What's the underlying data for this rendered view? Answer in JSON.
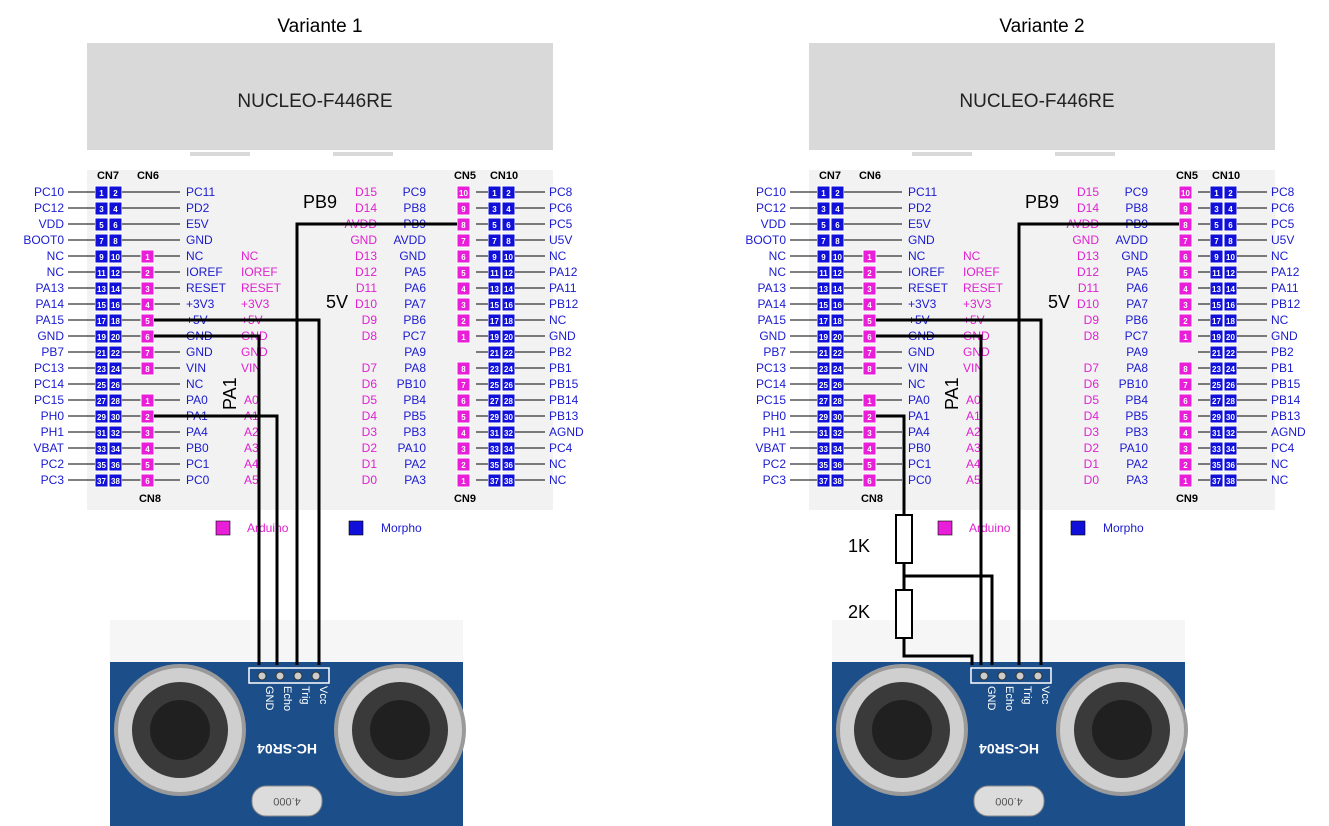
{
  "variants": [
    {
      "title": "Variante 1",
      "board": {
        "name": "NUCLEO-F446RE",
        "connectors": {
          "cn7": "CN7",
          "cn6": "CN6",
          "cn5": "CN5",
          "cn10": "CN10",
          "cn8": "CN8",
          "cn9": "CN9"
        },
        "cn7_left_labels": [
          "PC10",
          "PC12",
          "VDD",
          "BOOT0",
          "NC",
          "NC",
          "PA13",
          "PA14",
          "PA15",
          "GND",
          "PB7",
          "PC13",
          "PC14",
          "PC15",
          "PH0",
          "PH1",
          "VBAT",
          "PC2",
          "PC3"
        ],
        "cn7_right_labels": [
          "PC11",
          "PD2",
          "E5V",
          "GND",
          "NC",
          "IOREF",
          "RESET",
          "+3V3",
          "+5V",
          "GND",
          "GND",
          "VIN",
          "NC",
          "PA0",
          "PA1",
          "PA4",
          "PB0",
          "PC1",
          "PC0"
        ],
        "cn6_arduino_labels": [
          "NC",
          "IOREF",
          "RESET",
          "+3V3",
          "+5V",
          "GND",
          "GND",
          "VIN"
        ],
        "cn8_arduino_labels": [
          "A0",
          "A1",
          "A2",
          "A3",
          "A4",
          "A5"
        ],
        "cn10_right_labels": [
          "PC8",
          "PC6",
          "PC5",
          "U5V",
          "NC",
          "PA12",
          "PA11",
          "PB12",
          "NC",
          "GND",
          "PB2",
          "PB1",
          "PB15",
          "PB14",
          "PB13",
          "AGND",
          "PC4",
          "NC",
          "NC"
        ],
        "cn10_left_labels": [
          "PC9",
          "PB8",
          "PB9",
          "AVDD",
          "GND",
          "PA5",
          "PA6",
          "PA7",
          "PB6",
          "PC7",
          "PA9",
          "PA8",
          "PB10",
          "PB4",
          "PB5",
          "PB3",
          "PA10",
          "PA2",
          "PA3"
        ],
        "cn5_arduino_labels": [
          "D15",
          "D14",
          "AVDD",
          "GND",
          "D13",
          "D12",
          "D11",
          "D10",
          "D9",
          "D8"
        ],
        "cn9_arduino_labels": [
          "D7",
          "D6",
          "D5",
          "D4",
          "D3",
          "D2",
          "D1",
          "D0"
        ],
        "legend": {
          "arduino": "Arduino",
          "morpho": "Morpho"
        }
      },
      "wire_labels": {
        "pb9": "PB9",
        "v5": "5V",
        "pa1": "PA1"
      },
      "sensor": {
        "model": "HC-SR04",
        "pins": [
          "GND",
          "Echo",
          "Trig",
          "Vcc"
        ],
        "crystal": "4.000"
      }
    },
    {
      "title": "Variante 2",
      "board": {
        "name": "NUCLEO-F446RE",
        "connectors": {
          "cn7": "CN7",
          "cn6": "CN6",
          "cn5": "CN5",
          "cn10": "CN10",
          "cn8": "CN8",
          "cn9": "CN9"
        },
        "cn7_left_labels": [
          "PC10",
          "PC12",
          "VDD",
          "BOOT0",
          "NC",
          "NC",
          "PA13",
          "PA14",
          "PA15",
          "GND",
          "PB7",
          "PC13",
          "PC14",
          "PC15",
          "PH0",
          "PH1",
          "VBAT",
          "PC2",
          "PC3"
        ],
        "cn7_right_labels": [
          "PC11",
          "PD2",
          "E5V",
          "GND",
          "NC",
          "IOREF",
          "RESET",
          "+3V3",
          "+5V",
          "GND",
          "GND",
          "VIN",
          "NC",
          "PA0",
          "PA1",
          "PA4",
          "PB0",
          "PC1",
          "PC0"
        ],
        "cn6_arduino_labels": [
          "NC",
          "IOREF",
          "RESET",
          "+3V3",
          "+5V",
          "GND",
          "GND",
          "VIN"
        ],
        "cn8_arduino_labels": [
          "A0",
          "A1",
          "A2",
          "A3",
          "A4",
          "A5"
        ],
        "cn10_right_labels": [
          "PC8",
          "PC6",
          "PC5",
          "U5V",
          "NC",
          "PA12",
          "PA11",
          "PB12",
          "NC",
          "GND",
          "PB2",
          "PB1",
          "PB15",
          "PB14",
          "PB13",
          "AGND",
          "PC4",
          "NC",
          "NC"
        ],
        "cn10_left_labels": [
          "PC9",
          "PB8",
          "PB9",
          "AVDD",
          "GND",
          "PA5",
          "PA6",
          "PA7",
          "PB6",
          "PC7",
          "PA9",
          "PA8",
          "PB10",
          "PB4",
          "PB5",
          "PB3",
          "PA10",
          "PA2",
          "PA3"
        ],
        "cn5_arduino_labels": [
          "D15",
          "D14",
          "AVDD",
          "GND",
          "D13",
          "D12",
          "D11",
          "D10",
          "D9",
          "D8"
        ],
        "cn9_arduino_labels": [
          "D7",
          "D6",
          "D5",
          "D4",
          "D3",
          "D2",
          "D1",
          "D0"
        ],
        "legend": {
          "arduino": "Arduino",
          "morpho": "Morpho"
        }
      },
      "wire_labels": {
        "pb9": "PB9",
        "v5": "5V",
        "pa1": "PA1"
      },
      "resistors": [
        {
          "label": "1K"
        },
        {
          "label": "2K"
        }
      ],
      "sensor": {
        "model": "HC-SR04",
        "pins": [
          "GND",
          "Echo",
          "Trig",
          "Vcc"
        ],
        "crystal": "4.000"
      }
    }
  ],
  "colors": {
    "board": "#d9d9d9",
    "morpho": "#1010d8",
    "arduino": "#e81ed8",
    "label_blue": "#1a1ad0",
    "label_magenta": "#e020d0",
    "wire": "#000000",
    "sensor_pcb": "#1c4f8a",
    "sensor_dark": "#143a66"
  }
}
